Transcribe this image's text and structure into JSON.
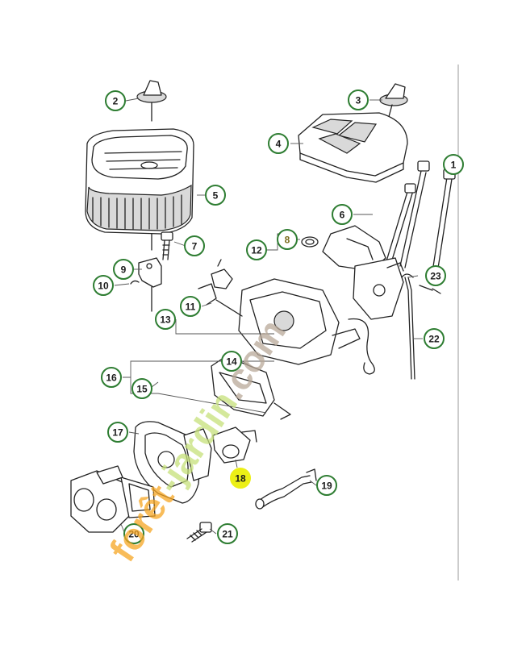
{
  "watermark": {
    "text": "forêt-jardin.com",
    "colors": [
      "#f5a623",
      "#c5e07a",
      "#b8a898"
    ]
  },
  "highlight_color": "#ecef16",
  "callout_color": "#2e7d32",
  "callouts": [
    {
      "label": "1"
    },
    {
      "label": "2"
    },
    {
      "label": "3"
    },
    {
      "label": "4"
    },
    {
      "label": "5"
    },
    {
      "label": "6"
    },
    {
      "label": "7"
    },
    {
      "label": "8"
    },
    {
      "label": "9"
    },
    {
      "label": "10"
    },
    {
      "label": "11"
    },
    {
      "label": "12"
    },
    {
      "label": "13"
    },
    {
      "label": "14"
    },
    {
      "label": "15"
    },
    {
      "label": "16"
    },
    {
      "label": "17"
    },
    {
      "label": "18"
    },
    {
      "label": "19"
    },
    {
      "label": "20"
    },
    {
      "label": "21"
    },
    {
      "label": "22"
    },
    {
      "label": "23"
    }
  ]
}
